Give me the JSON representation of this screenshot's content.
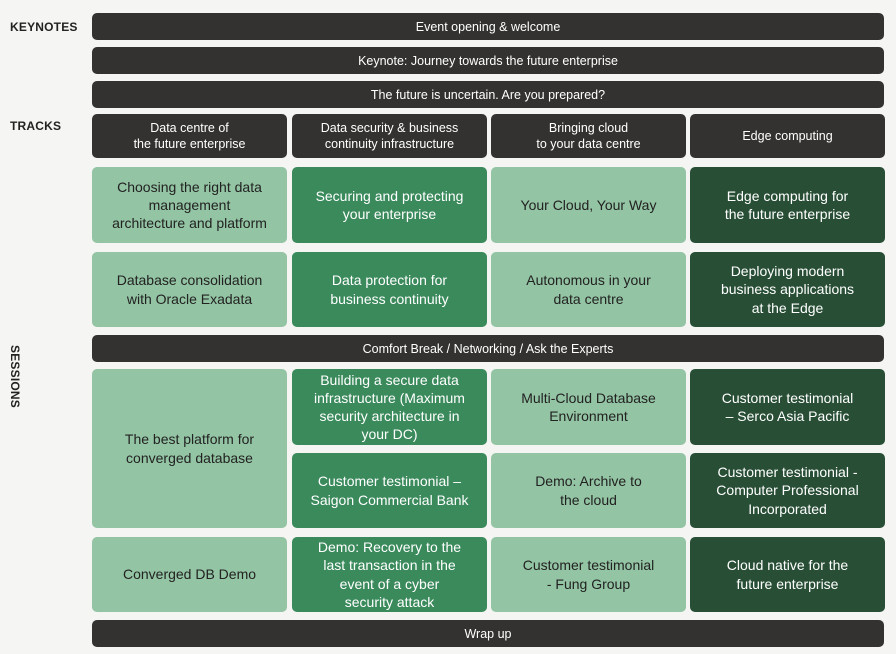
{
  "labels": {
    "keynotes": "KEYNOTES",
    "tracks": "TRACKS",
    "sessions": "SESSIONS"
  },
  "keynotes": [
    "Event opening & welcome",
    "Keynote: Journey towards the future enterprise",
    "The future is uncertain. Are you prepared?"
  ],
  "tracks": [
    "Data centre of\nthe future enterprise",
    "Data security & business\ncontinuity infrastructure",
    "Bringing cloud\nto your data centre",
    "Edge computing"
  ],
  "sessions_block1": {
    "row1": [
      "Choosing the right data\nmanagement\narchitecture and platform",
      "Securing and protecting\nyour enterprise",
      "Your Cloud, Your Way",
      "Edge computing for\nthe future enterprise"
    ],
    "row2": [
      "Database consolidation\nwith Oracle Exadata",
      "Data protection for\nbusiness continuity",
      "Autonomous in your\ndata centre",
      "Deploying modern\nbusiness applications\nat the Edge"
    ]
  },
  "break": "Comfort Break / Networking / Ask the Experts",
  "sessions_block2": {
    "col1_merged": "The best platform for\nconverged database",
    "col1_last": "Converged DB Demo",
    "col2": [
      "Building a secure data\ninfrastructure (Maximum\nsecurity architecture in\nyour DC)",
      "Customer testimonial –\nSaigon Commercial Bank",
      "Demo: Recovery to the\nlast transaction in the\nevent of a cyber\nsecurity attack"
    ],
    "col3": [
      "Multi-Cloud Database\nEnvironment",
      "Demo: Archive to\nthe cloud",
      "Customer testimonial\n- Fung Group"
    ],
    "col4": [
      "Customer testimonial\n– Serco Asia Pacific",
      "Customer testimonial -\nComputer Professional\nIncorporated",
      "Cloud native for the\nfuture enterprise"
    ]
  },
  "wrap_up": "Wrap up",
  "colors": {
    "dark_bar": "#333230",
    "light_green": "#93c4a3",
    "mid_green": "#3a8a5c",
    "dark_green": "#284f36"
  }
}
